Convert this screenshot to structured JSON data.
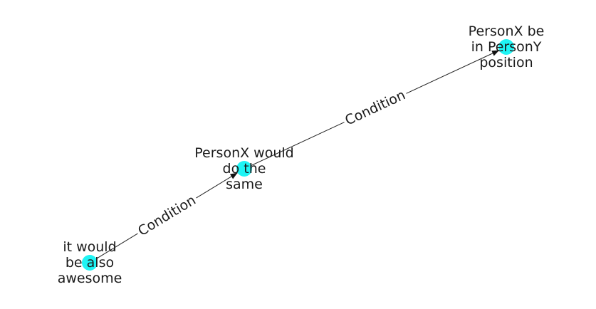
{
  "graph": {
    "node_color": "#1ff4f4",
    "edge_color": "#222222",
    "nodes": [
      {
        "id": "n1",
        "lines": [
          "it would",
          "be also",
          "awesome"
        ]
      },
      {
        "id": "n2",
        "lines": [
          "PersonX would",
          "do the",
          "same"
        ]
      },
      {
        "id": "n3",
        "lines": [
          "PersonX be",
          "in PersonY",
          "position"
        ]
      }
    ],
    "edges": [
      {
        "from": "n1",
        "to": "n2",
        "label": "Condition"
      },
      {
        "from": "n2",
        "to": "n3",
        "label": "Condition"
      }
    ]
  }
}
